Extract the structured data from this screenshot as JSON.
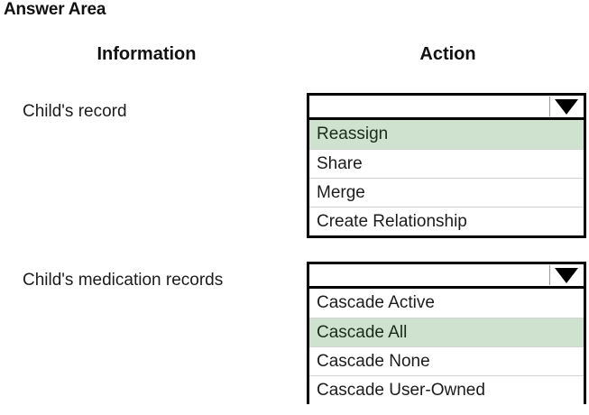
{
  "page": {
    "title": "Answer Area"
  },
  "table": {
    "headers": {
      "information": "Information",
      "action": "Action"
    },
    "rows": [
      {
        "label": "Child's record",
        "dropdown": {
          "value": "",
          "placeholder": "",
          "arrow_icon": "chevron-down-icon",
          "expanded": true,
          "selected_index": 0,
          "options": [
            "Reassign",
            "Share",
            "Merge",
            "Create Relationship"
          ]
        }
      },
      {
        "label": "Child's medication records",
        "dropdown": {
          "value": "",
          "placeholder": "",
          "arrow_icon": "chevron-down-icon",
          "expanded": true,
          "selected_index": 1,
          "options": [
            "Cascade Active",
            "Cascade All",
            "Cascade None",
            "Cascade User-Owned"
          ]
        }
      }
    ]
  },
  "colors": {
    "highlight": "#cfe2cf",
    "border": "#000000",
    "separator": "#d3d3d3",
    "text": "#1c1c1c",
    "background": "#ffffff"
  }
}
